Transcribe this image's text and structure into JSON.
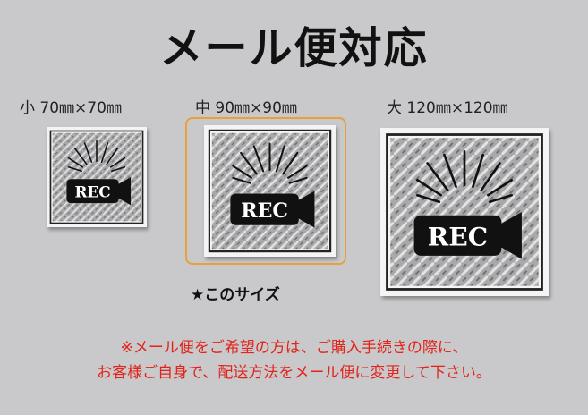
{
  "title": "メール便対応",
  "sizes": [
    {
      "label": "小  70㎜×70㎜"
    },
    {
      "label": "中  90㎜×90㎜"
    },
    {
      "label": "大  120㎜×120㎜"
    }
  ],
  "sticker_text": "REC",
  "note": "★このサイズ",
  "warning_line1": "※メール便をご希望の方は、ご購入手続きの際に、",
  "warning_line2": "お客様ご自身で、配送方法をメール便に変更して下さい。",
  "colors": {
    "background": "#c9c9cb",
    "highlight": "#e8a13a",
    "warning": "#e2231a"
  },
  "icons": [
    "video-camera-icon",
    "spark-rays-icon"
  ]
}
